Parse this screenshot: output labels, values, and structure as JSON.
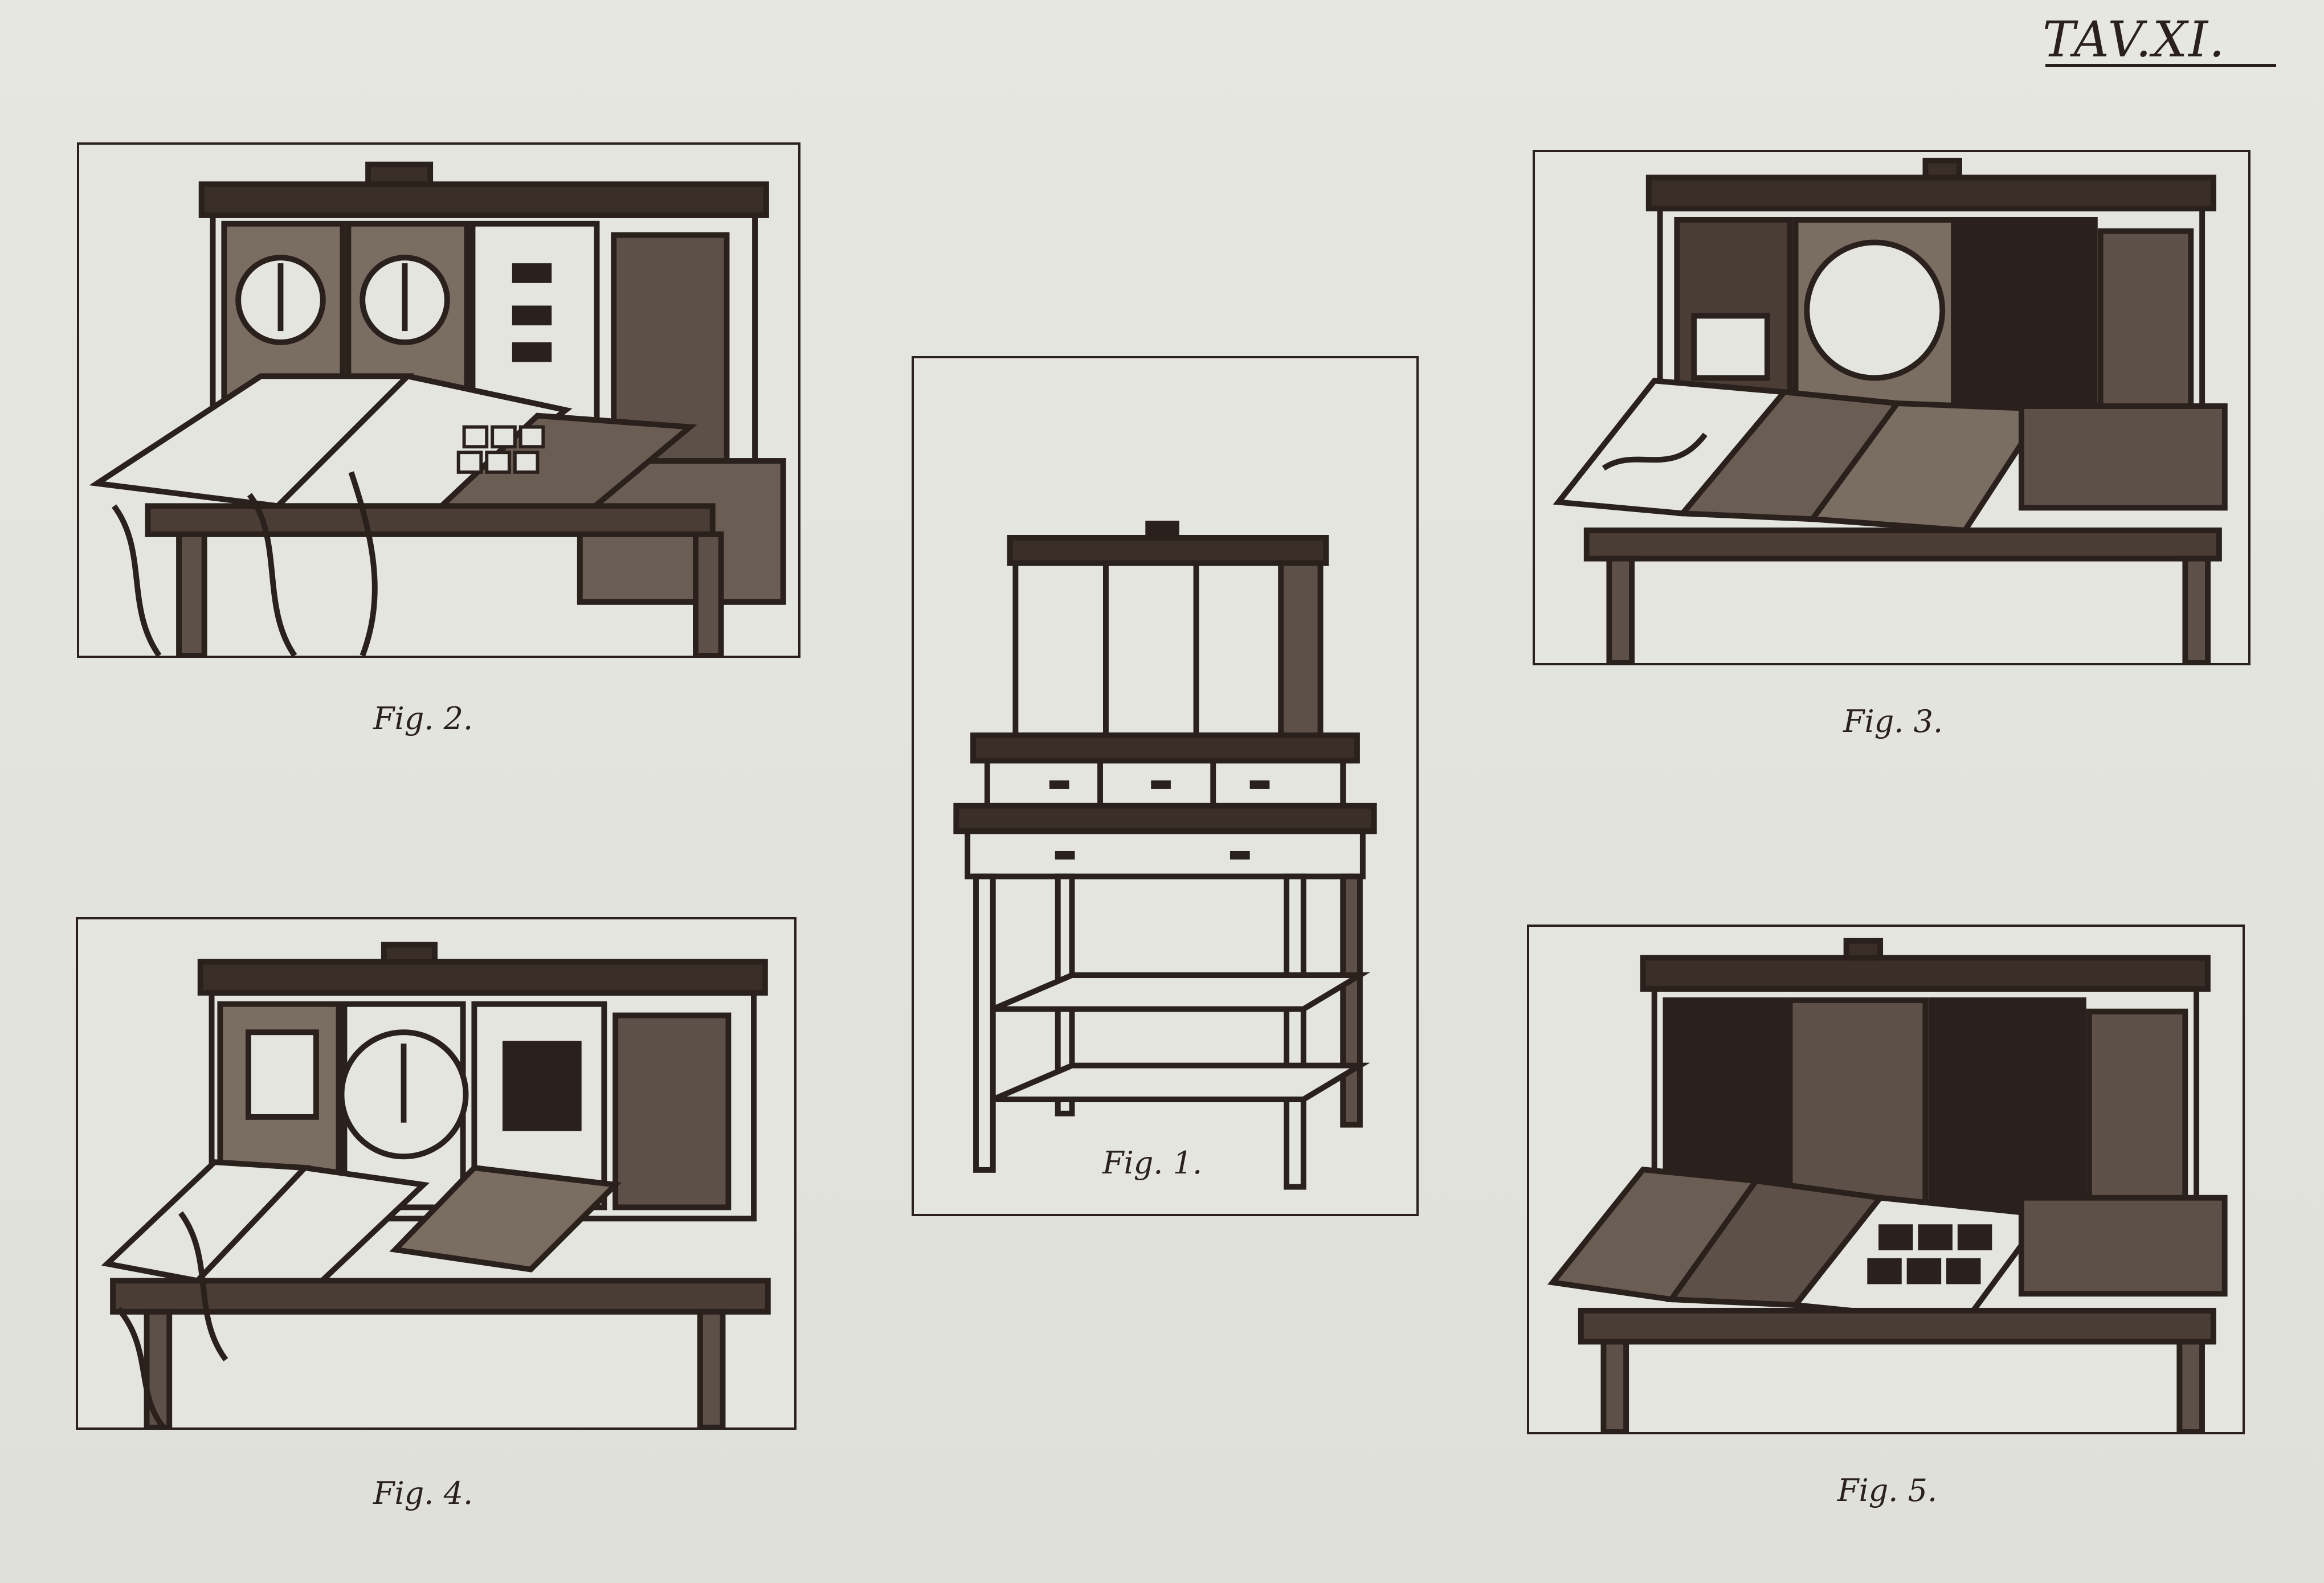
{
  "plate": {
    "title": "TAV.XI."
  },
  "figures": [
    {
      "id": "fig1",
      "caption": "Fig. 1."
    },
    {
      "id": "fig2",
      "caption": "Fig. 2."
    },
    {
      "id": "fig3",
      "caption": "Fig. 3."
    },
    {
      "id": "fig4",
      "caption": "Fig. 4."
    },
    {
      "id": "fig5",
      "caption": "Fig. 5."
    }
  ]
}
